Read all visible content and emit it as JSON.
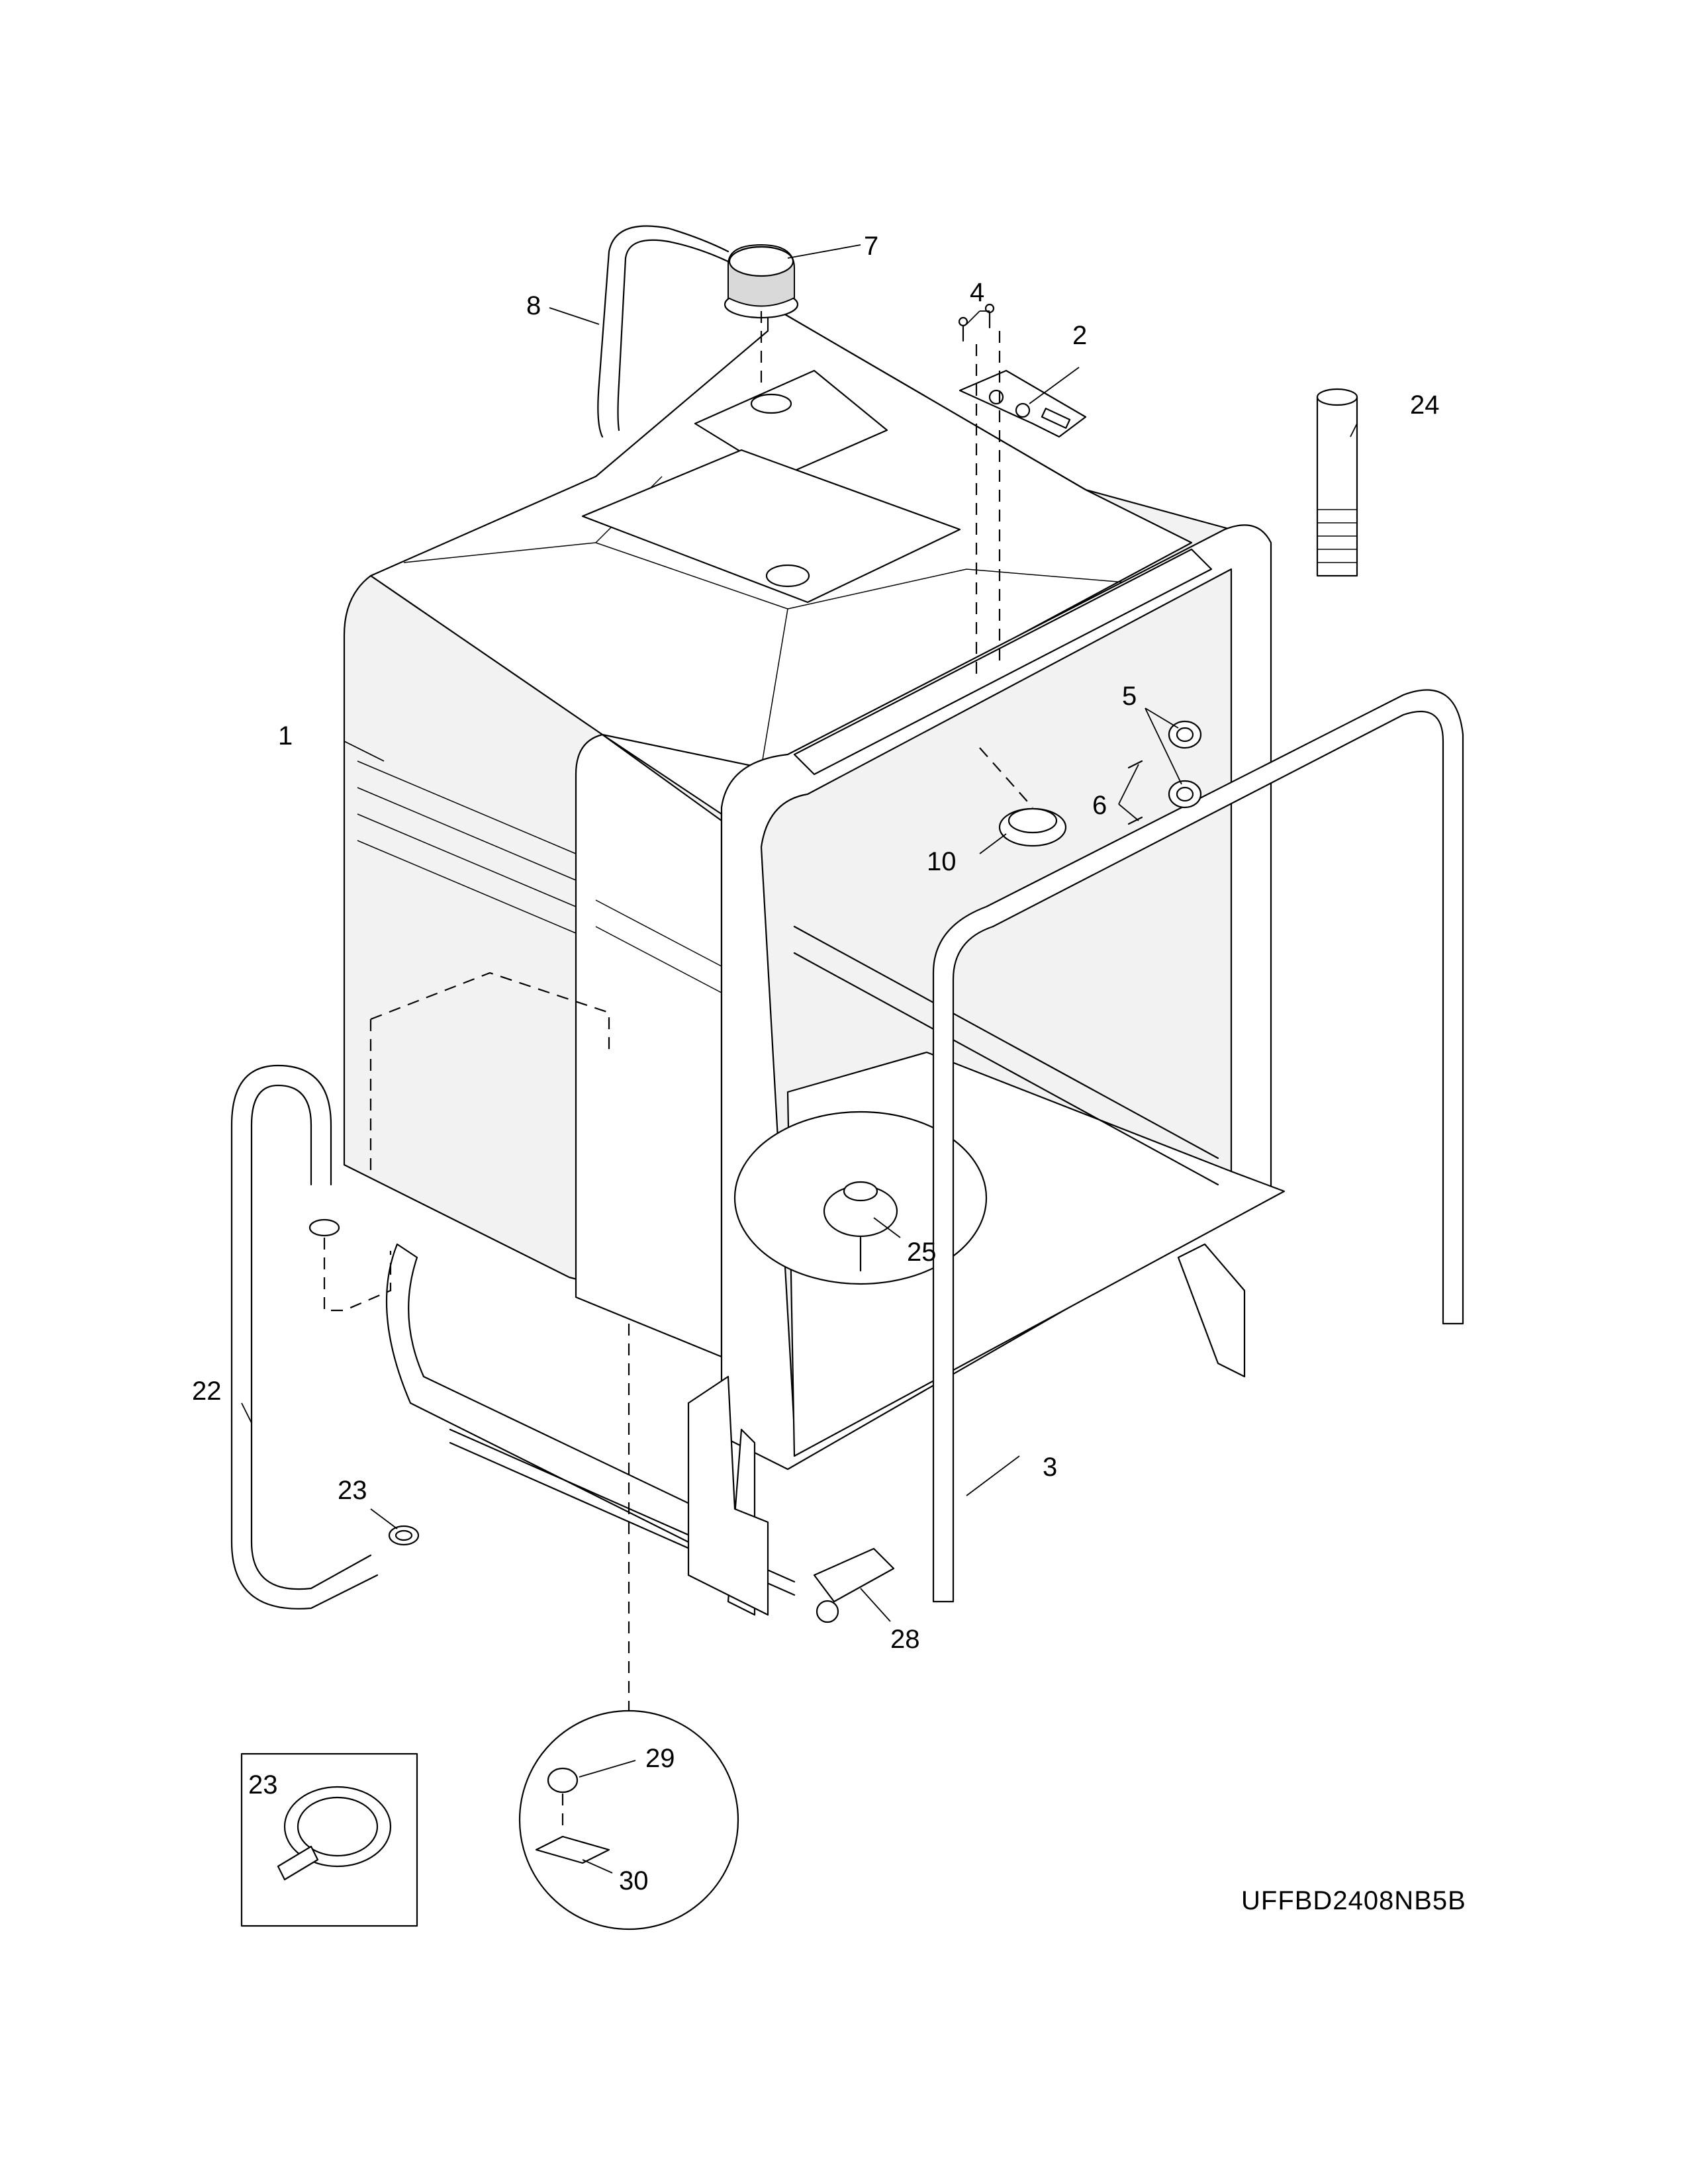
{
  "model_number": "UFFBD2408NB5B",
  "callouts": {
    "c1": "1",
    "c2": "2",
    "c3": "3",
    "c4": "4",
    "c5": "5",
    "c6": "6",
    "c7": "7",
    "c8": "8",
    "c10": "10",
    "c22": "22",
    "c23a": "23",
    "c23b": "23",
    "c24": "24",
    "c25": "25",
    "c28": "28",
    "c29": "29",
    "c30": "30"
  }
}
